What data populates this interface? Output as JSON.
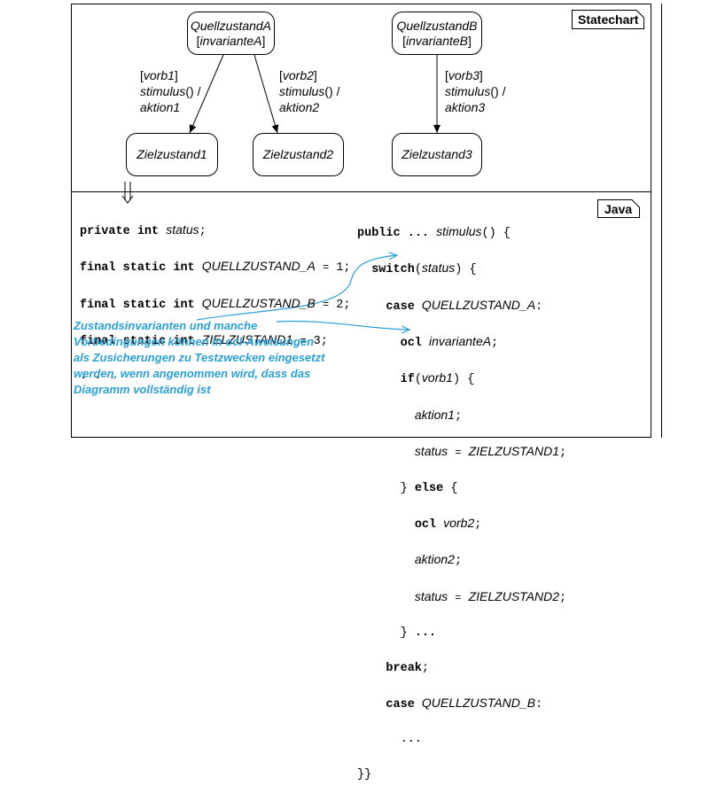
{
  "tabs": {
    "statechart": "Statechart",
    "java": "Java"
  },
  "states": {
    "qa": {
      "name": "QuellzustandA",
      "invariant": "invarianteA"
    },
    "qb": {
      "name": "QuellzustandB",
      "invariant": "invarianteB"
    },
    "z1": "Zielzustand1",
    "z2": "Zielzustand2",
    "z3": "Zielzustand3"
  },
  "transitions": {
    "t1": {
      "guard": "vorb1",
      "stimulus": "stimulus",
      "action": "aktion1"
    },
    "t2": {
      "guard": "vorb2",
      "stimulus": "stimulus",
      "action": "aktion2"
    },
    "t3": {
      "guard": "vorb3",
      "stimulus": "stimulus",
      "action": "aktion3"
    }
  },
  "code_left": {
    "kw_private": "private",
    "kw_int": "int",
    "var_status": "status",
    "kw_final": "final",
    "kw_static": "static",
    "c1_name": "QUELLZUSTAND_A",
    "c1_val": "1",
    "c2_name": "QUELLZUSTAND_B",
    "c2_val": "2",
    "c3_name": "ZIELZUSTAND1",
    "c3_val": "3",
    "ellipsis": ". . ."
  },
  "code_right": {
    "kw_public": "public",
    "dots": "...",
    "method": "stimulus",
    "kw_switch": "switch",
    "kw_case": "case",
    "kw_ocl": "ocl",
    "kw_if": "if",
    "kw_else": "else",
    "kw_break": "break",
    "inv_a": "invarianteA",
    "vorb1": "vorb1",
    "vorb2": "vorb2",
    "aktion1": "aktion1",
    "aktion2": "aktion2",
    "status": "status",
    "z1": "ZIELZUSTAND1",
    "z2": "ZIELZUSTAND2",
    "qa": "QUELLZUSTAND_A",
    "qb": "QUELLZUSTAND_B"
  },
  "note": {
    "lines": [
      "Zustandsinvarianten und manche",
      "Vorbedingungen können in ocl-Aweisungen",
      "als Zusicherungen zu Testzwecken eingesetzt",
      "werden, wenn angenommen wird, dass das",
      "Diagramm vollständig ist"
    ]
  },
  "colors": {
    "note": "#2a9fd8",
    "line": "#000000"
  }
}
